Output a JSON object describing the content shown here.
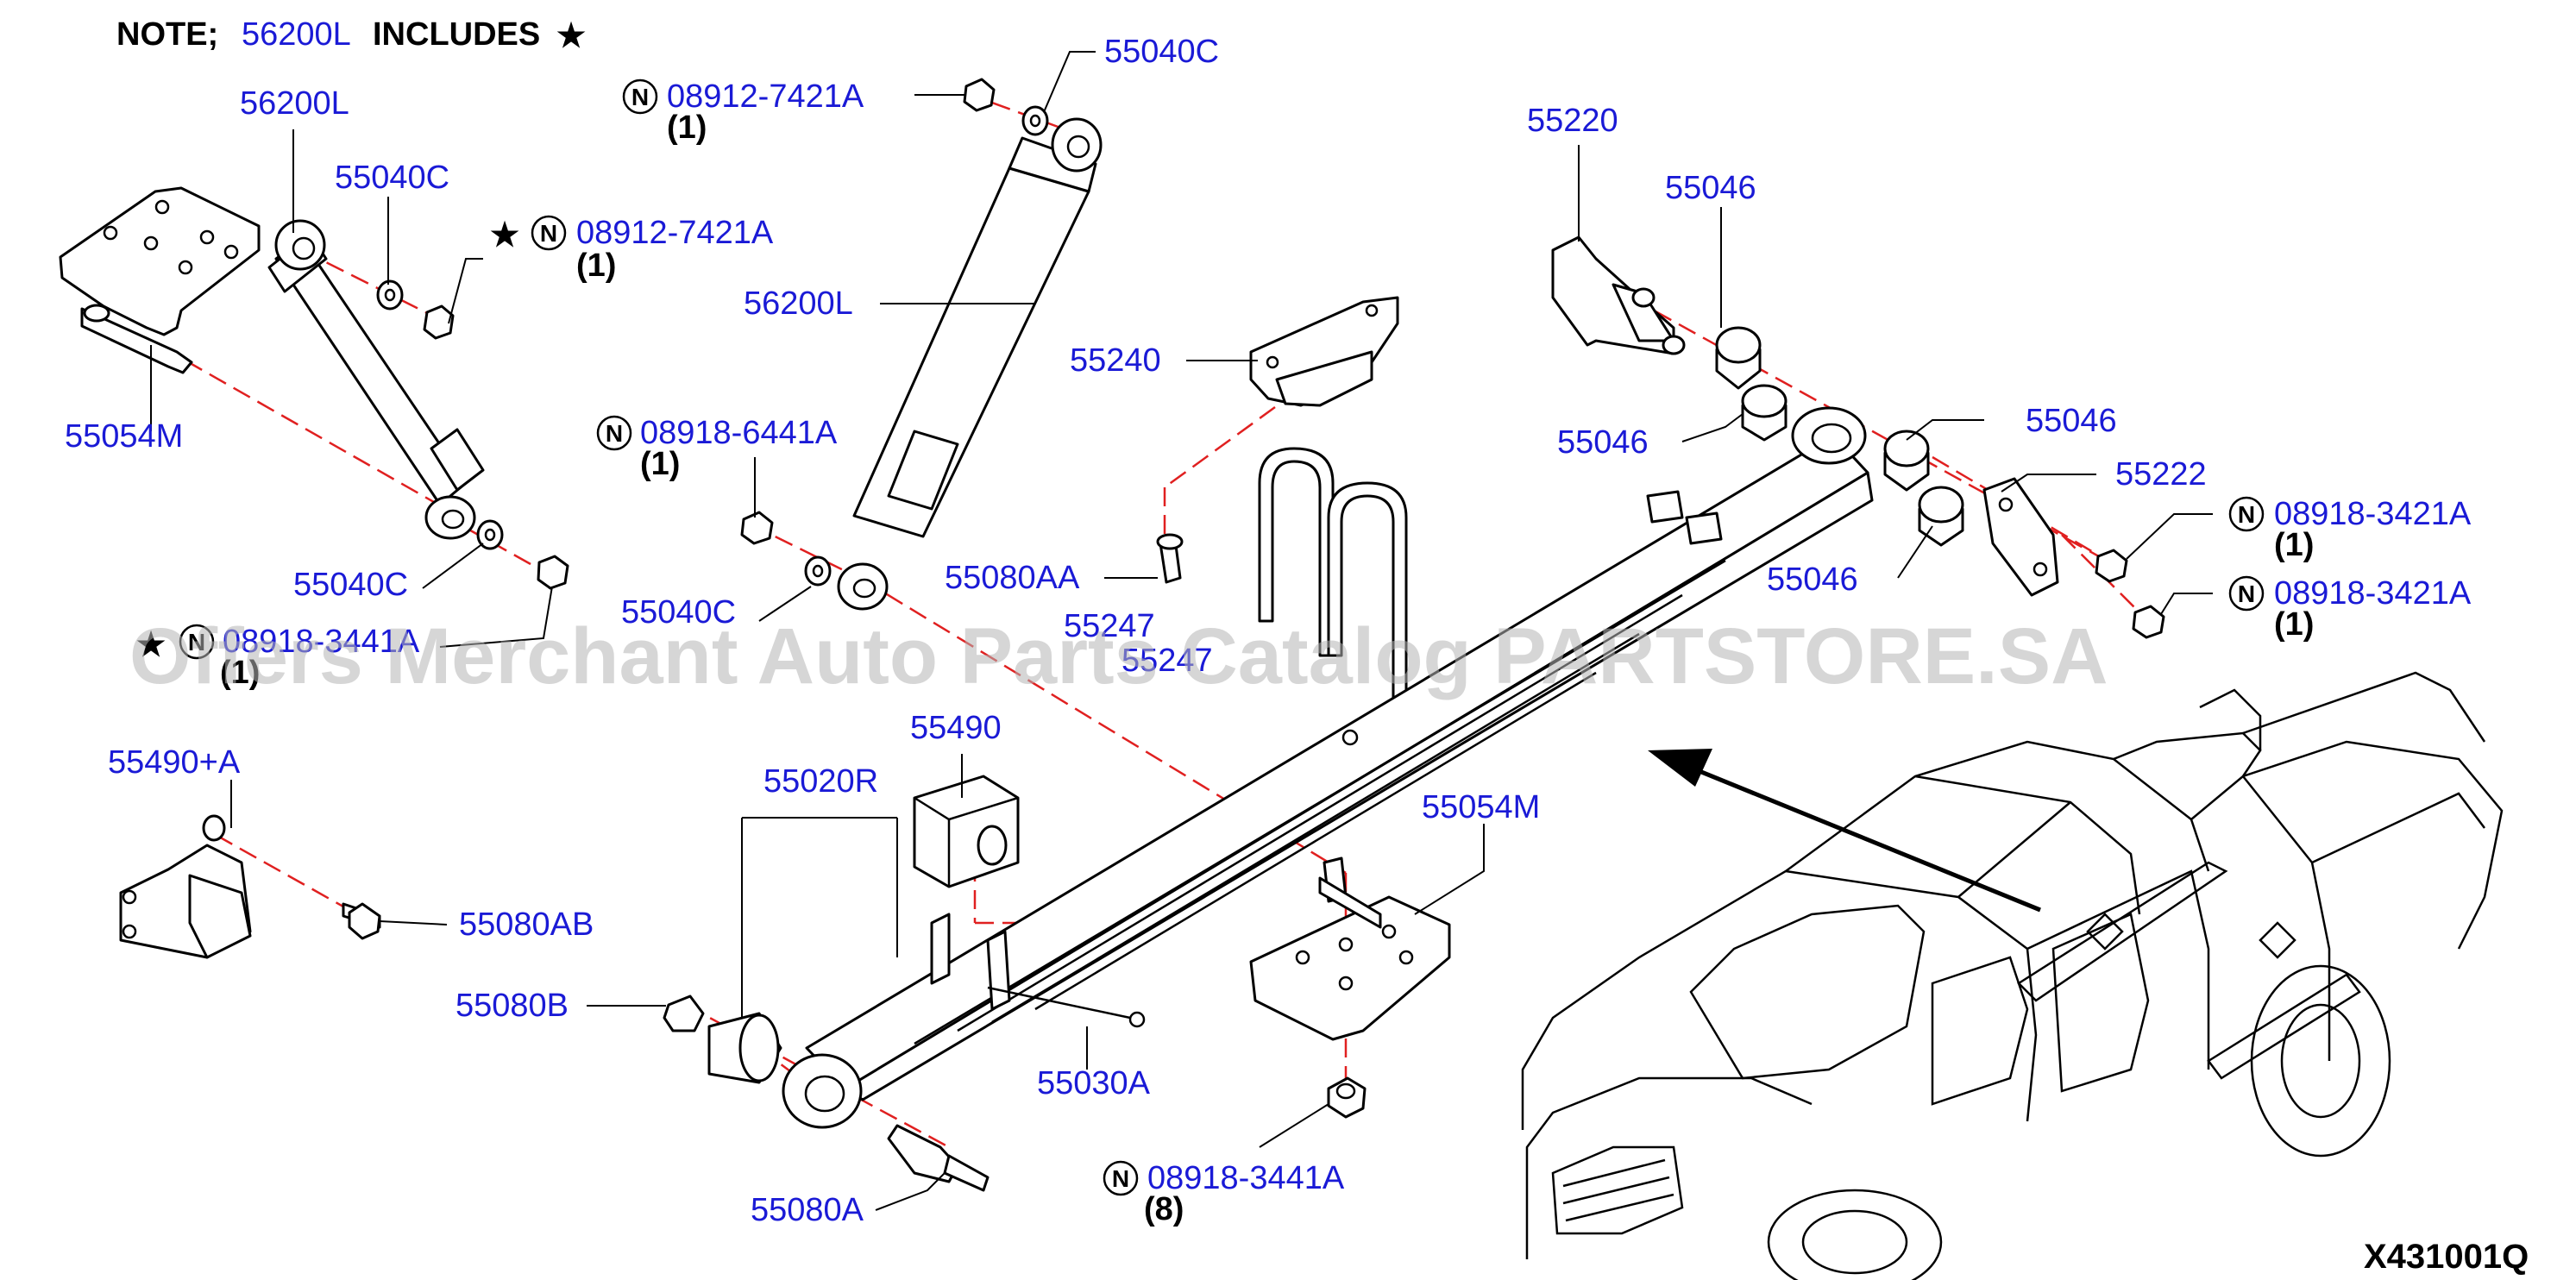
{
  "note": {
    "prefix": "NOTE;",
    "part": "56200L",
    "suffix": "INCLUDES",
    "star": "★"
  },
  "star_glyph": "★",
  "n_glyph": "N",
  "labels": {
    "56200L_left": "56200L",
    "55040C_upper_left": "55040C",
    "08912-7421A_left": "08912-7421A",
    "qty_left_upper": "(1)",
    "55054M_left": "55054M",
    "55040C_lower_left": "55040C",
    "08918-3441A_left": "08918-3441A",
    "qty_left_lower": "(1)",
    "08912-7421A_top": "08912-7421A",
    "qty_top": "(1)",
    "55040C_top": "55040C",
    "56200L_mid": "56200L",
    "08918-6441A": "08918-6441A",
    "qty_6441": "(1)",
    "55040C_mid": "55040C",
    "55240": "55240",
    "55080AA": "55080AA",
    "55247": "55247",
    "55247b": "55247",
    "55220": "55220",
    "55046_a": "55046",
    "55046_b": "55046",
    "55046_c": "55046",
    "55046_d": "55046",
    "55222": "55222",
    "08918-3421A_a": "08918-3421A",
    "qty_3421_a": "(1)",
    "08918-3421A_b": "08918-3421A",
    "qty_3421_b": "(1)",
    "55490+A": "55490+A",
    "55080AB": "55080AB",
    "55490": "55490",
    "55020R": "55020R",
    "55080B": "55080B",
    "55030A": "55030A",
    "55080A": "55080A",
    "55054M_center": "55054M",
    "08918-3441A_bottom": "08918-3441A",
    "qty_bottom": "(8)",
    "diagram_code": "X431001Q"
  },
  "watermark": "Offers Merchant Auto Parts Catalog PARTSTORE.SA",
  "colors": {
    "part_number": "#1a1ad6",
    "callout_line": "#e02020",
    "outline": "#000000",
    "watermark": "#b4b4b4"
  }
}
